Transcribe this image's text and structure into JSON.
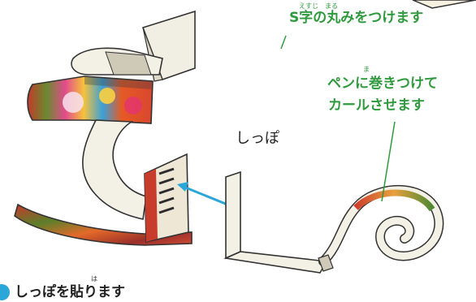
{
  "labels": {
    "s_shape": "S字の丸みをつけます",
    "s_shape_ruby_1": "えすじ",
    "s_shape_ruby_2": "まる",
    "pen_line1": "ペンに巻きつけて",
    "pen_line2": "カールさせます",
    "pen_ruby": "ま",
    "tail": "しっぽ",
    "attach": "しっぽを貼ります",
    "attach_ruby": "は"
  },
  "colors": {
    "annotation_green": "#2f9a3d",
    "arrow_blue": "#2aa6d8",
    "paper": "#f3f0e6",
    "outline": "#333333"
  },
  "icons": {
    "step_marker": "blue-circle-marker"
  }
}
